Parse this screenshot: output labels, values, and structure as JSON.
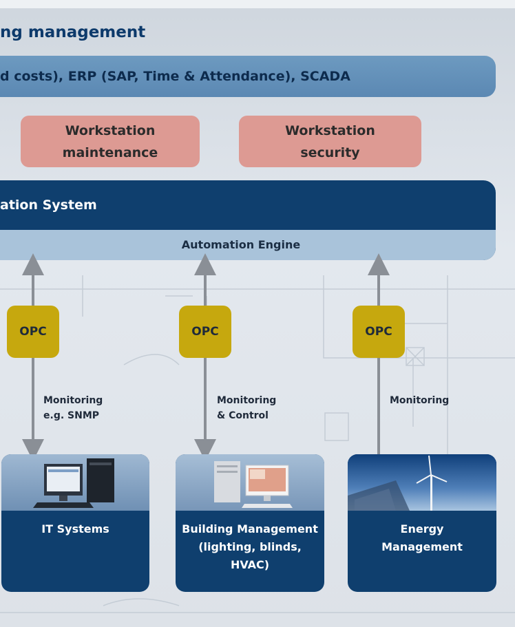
{
  "title": "ng management",
  "enterprise_bar": "d costs), ERP (SAP, Time & Attendance), SCADA",
  "workstations": [
    {
      "line1": "Workstation",
      "line2": "maintenance"
    },
    {
      "line1": "Workstation",
      "line2": "security"
    }
  ],
  "bas": {
    "title": "ation System",
    "engine": "Automation Engine"
  },
  "opc_label": "OPC",
  "connections": [
    {
      "line1": "Monitoring",
      "line2": "e.g. SNMP"
    },
    {
      "line1": "Monitoring",
      "line2": "& Control"
    },
    {
      "line1": "Monitoring",
      "line2": ""
    }
  ],
  "systems": [
    {
      "line1": "IT Systems",
      "line2": "",
      "line3": ""
    },
    {
      "line1": "Building Management",
      "line2": "(lighting, blinds,",
      "line3": "HVAC)"
    },
    {
      "line1": "Energy",
      "line2": "Management",
      "line3": ""
    }
  ],
  "colors": {
    "navy": "#0f3f6e",
    "enterprise_blue": "#5b88b3",
    "workstation_pink": "#dd9a93",
    "opc_gold": "#c6a80e",
    "engine_light_blue": "#a9c3da"
  }
}
